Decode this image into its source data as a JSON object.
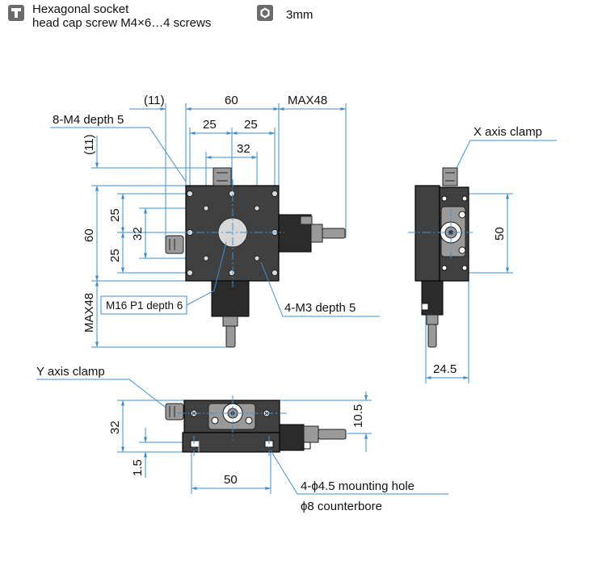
{
  "header": {
    "screw_line1": "Hexagonal socket",
    "screw_line2": "head cap screw M4×6…4 screws",
    "hex_size": "3mm"
  },
  "dims": {
    "d11_top": "(11)",
    "d60_top": "60",
    "dmax48_top": "MAX48",
    "d25_left": "25",
    "d25_right": "25",
    "d32_top": "32",
    "d11_side": "(11)",
    "d60_side": "60",
    "d25_upper": "25",
    "d32_side": "32",
    "d25_lower": "25",
    "dmax48_side": "MAX48",
    "d50_right": "50",
    "d24_5": "24.5",
    "d32_front": "32",
    "d10_5": "10.5",
    "d1_5": "1.5",
    "d50_bottom": "50"
  },
  "callouts": {
    "m4_depth": "8-M4 depth 5",
    "x_clamp": "X axis clamp",
    "m16": "M16 P1 depth 6",
    "m3_depth": "4-M3 depth 5",
    "y_clamp": "Y axis clamp",
    "mount_hole": "4-ϕ4.5 mounting hole",
    "counterbore": "ϕ8 counterbore"
  },
  "icons": {
    "screw": "hex-screw-icon",
    "hex": "hex-wrench-icon"
  },
  "colors": {
    "dimension_line": "#3f8fd0",
    "icon_gray": "#6b6b6b"
  }
}
